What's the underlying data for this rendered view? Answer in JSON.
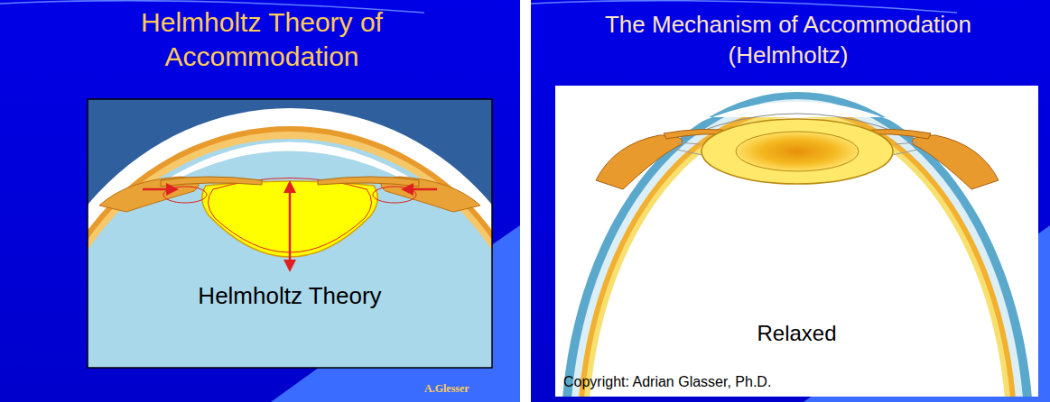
{
  "diagram": {
    "labels": [
      "Helmholtz Theory of Accommodation",
      "Helmholtz Theory",
      "A.Glesser",
      "The Mechanism of Accommodation (Helmholtz)",
      "Relaxed",
      "Copyright: Adrian Glasser, Ph.D."
    ]
  }
}
